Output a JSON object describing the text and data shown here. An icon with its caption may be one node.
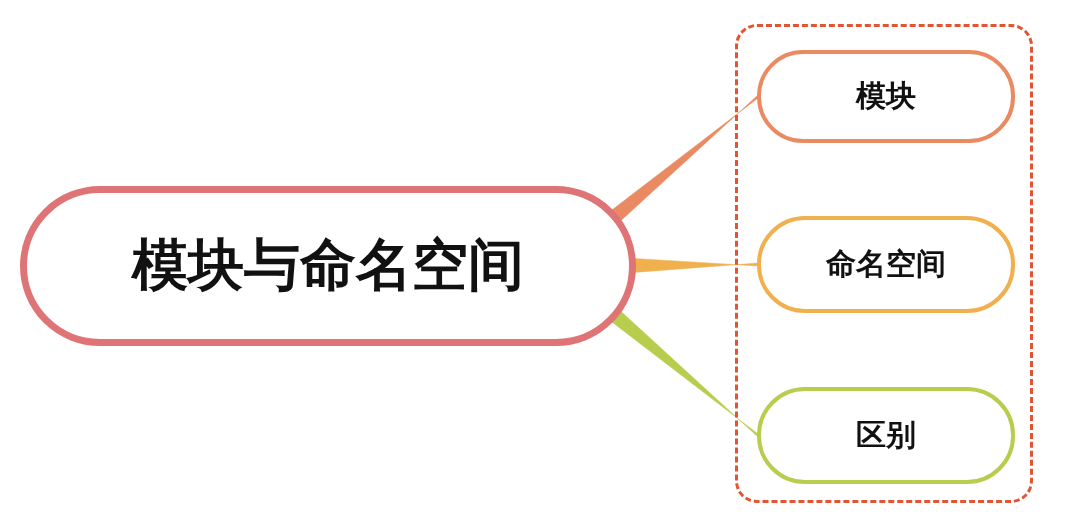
{
  "diagram": {
    "nodes": [
      {
        "text": [
          "模块与命名空间"
        ]
      },
      {
        "text": [],
        "shape": "box"
      },
      {
        "text": [
          "模块"
        ],
        "in": 1
      },
      {
        "text": [
          "命名空间"
        ],
        "in": 1
      },
      {
        "text": [
          "区别"
        ],
        "in": 1
      }
    ],
    "edges": [
      {
        "from": 0,
        "to": 2,
        "arrow": "none",
        "color": "#ea8a62"
      },
      {
        "from": 0,
        "to": 3,
        "arrow": "none",
        "color": "#f1b04e"
      },
      {
        "from": 0,
        "to": 4,
        "arrow": "none",
        "color": "#b8cc4e"
      }
    ]
  }
}
